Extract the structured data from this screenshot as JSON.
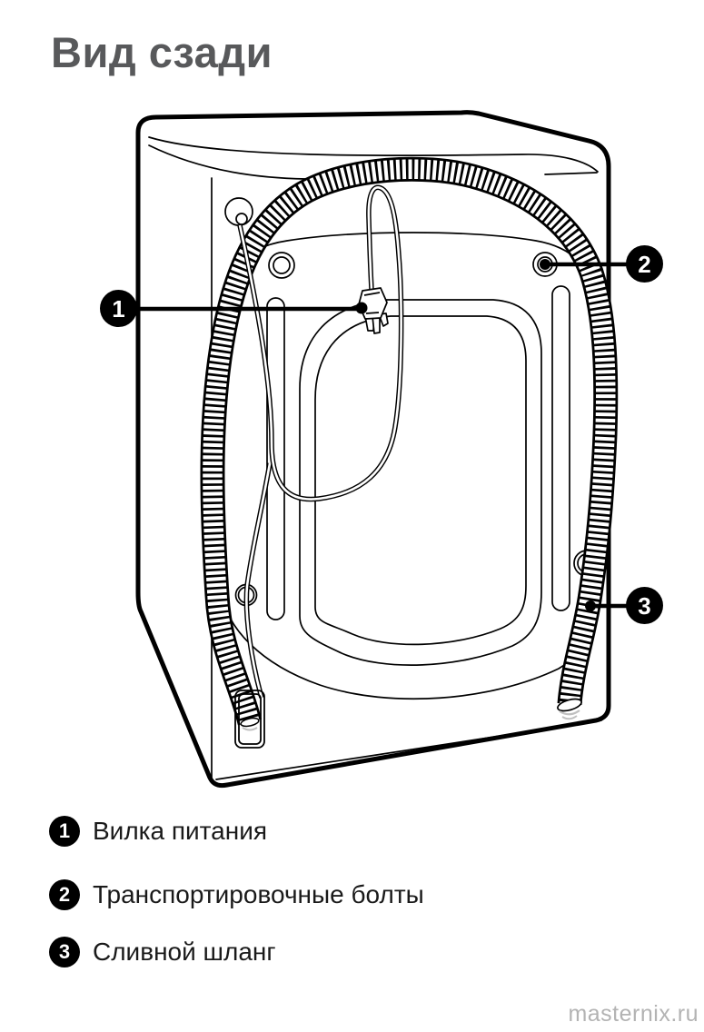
{
  "title": "Вид сзади",
  "watermark": "masternix.ru",
  "diagram": {
    "figure": "washing-machine-rear-view"
  },
  "callouts": [
    {
      "number": "1",
      "label": "Вилка питания"
    },
    {
      "number": "2",
      "label": "Транспортировочные болты"
    },
    {
      "number": "3",
      "label": "Сливной шланг"
    }
  ],
  "colors": {
    "diagram_line": "#000000",
    "title_text": "#58595b",
    "legend_text": "#1a1a1a",
    "watermark_text": "#b3b3b3",
    "badge_bg": "#000000",
    "badge_text": "#ffffff",
    "hose_end_shading": "#c0c0c0",
    "background": "#ffffff"
  }
}
